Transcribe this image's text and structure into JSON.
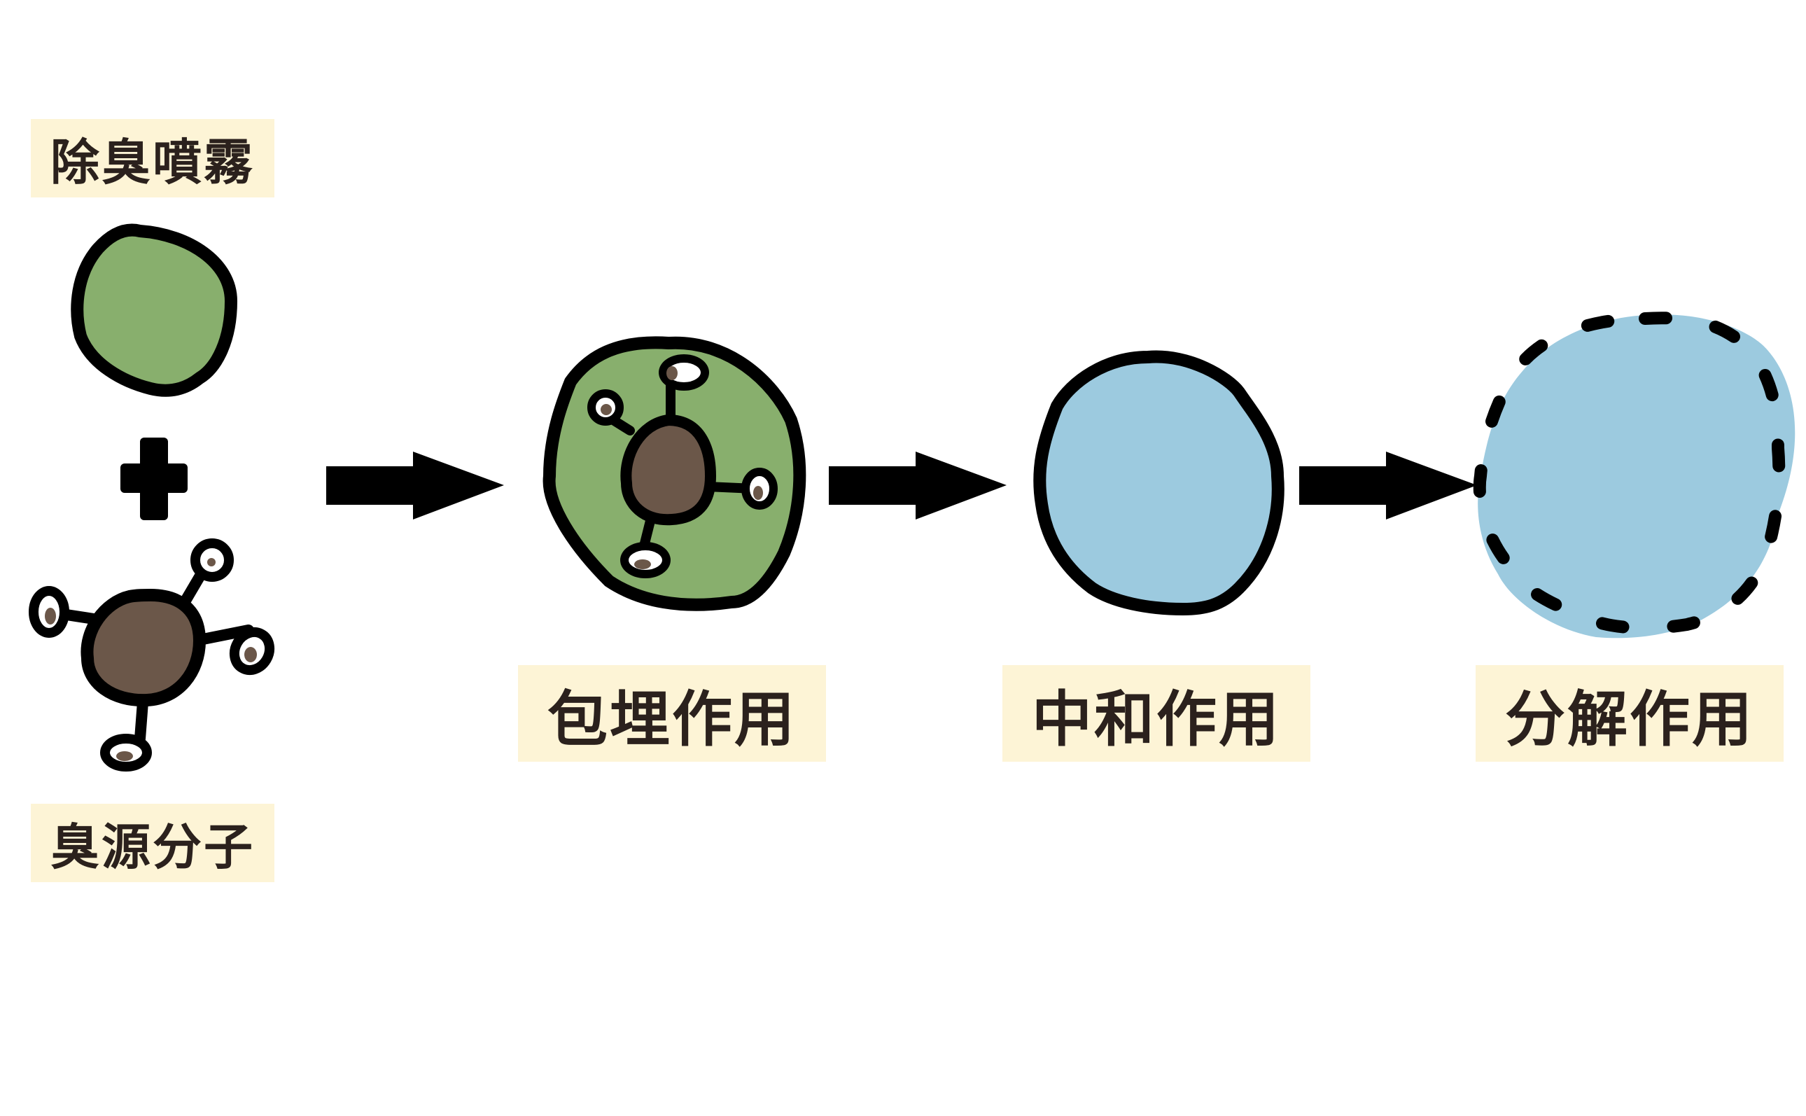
{
  "labels": {
    "deodorant_spray": "除臭噴霧",
    "odor_molecule": "臭源分子",
    "embedding": "包埋作用",
    "neutralization": "中和作用",
    "decomposition": "分解作用"
  },
  "colors": {
    "spray_green": "#88af6d",
    "molecule_brown": "#6b5749",
    "neutral_blue": "#9ccadf",
    "outline": "#000000",
    "label_bg": "#fdf4d6",
    "label_text": "#2b211d"
  },
  "icons": {
    "plus": "plus-icon",
    "arrow": "arrow-right-icon"
  }
}
